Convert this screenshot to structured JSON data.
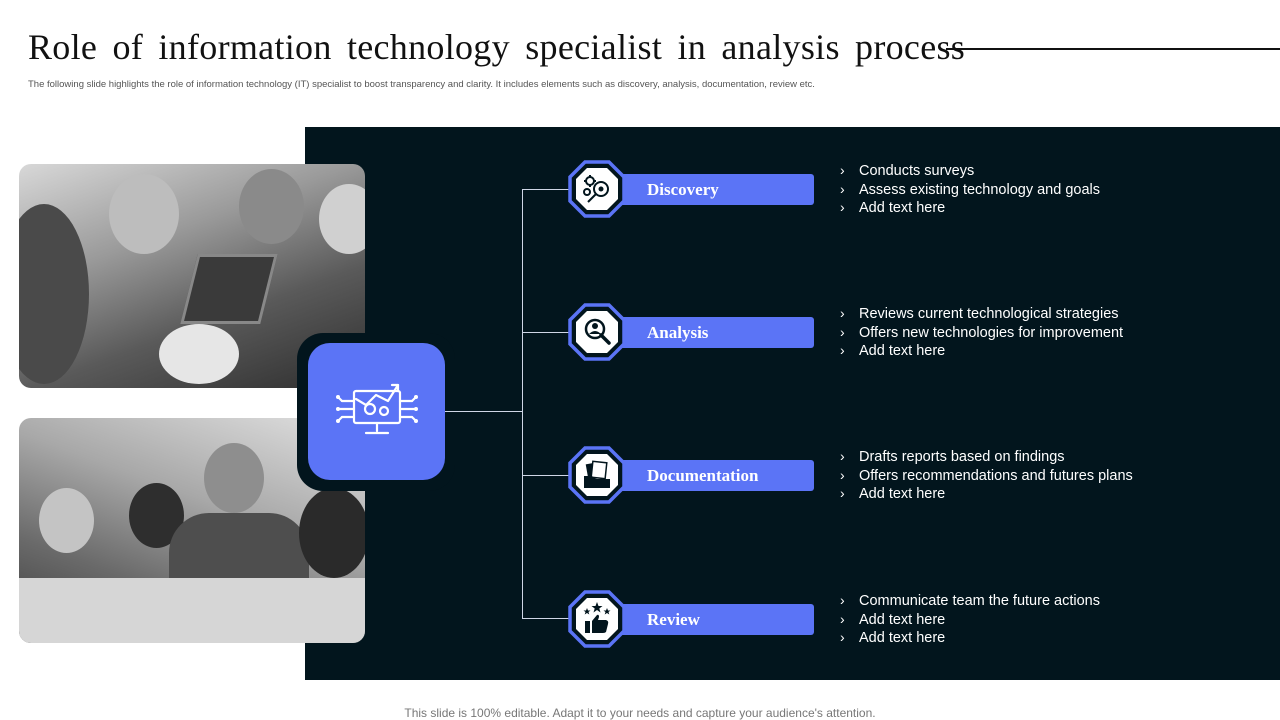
{
  "title": "Role of information technology specialist in analysis process",
  "subtitle": "The following slide highlights the role of information technology (IT) specialist to boost transparency and clarity. It includes elements such as discovery, analysis, documentation, review etc.",
  "colors": {
    "accent": "#5b74f6",
    "panel": "#02151d",
    "text_on_dark": "#ffffff"
  },
  "steps": [
    {
      "label": "Discovery",
      "icon": "gears-search-icon",
      "bullets": [
        "Conducts surveys",
        "Assess existing technology and goals",
        "Add text here"
      ]
    },
    {
      "label": "Analysis",
      "icon": "user-search-icon",
      "bullets": [
        "Reviews current technological strategies",
        "Offers new technologies for improvement",
        "Add text here"
      ]
    },
    {
      "label": "Documentation",
      "icon": "folder-documents-icon",
      "bullets": [
        "Drafts reports based on findings",
        "Offers recommendations and futures plans",
        "Add text here"
      ]
    },
    {
      "label": "Review",
      "icon": "thumbs-up-stars-icon",
      "bullets": [
        "Communicate team the future actions",
        "Add text here",
        "Add text here"
      ]
    }
  ],
  "bullet_glyph": "›",
  "footer": "This slide is 100% editable. Adapt it to your needs and capture your audience's attention."
}
